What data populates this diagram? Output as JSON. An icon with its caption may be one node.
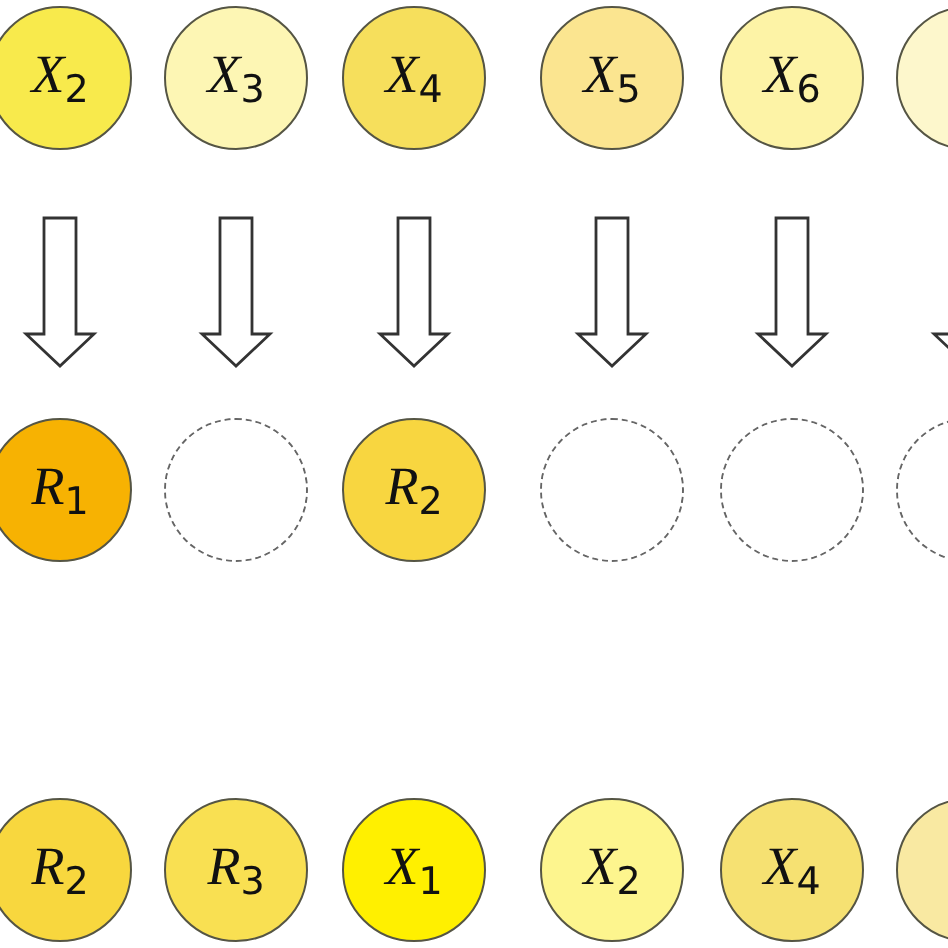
{
  "diagram": {
    "nodes": [
      {
        "text": [
          "*X*$_{2}$"
        ]
      },
      {
        "text": [
          "*X*$_{3}$"
        ]
      },
      {
        "text": [
          "*X*$_{4}$"
        ]
      },
      {
        "text": [
          "*X*$_{5}$"
        ]
      },
      {
        "text": [
          "*X*$_{6}$"
        ]
      },
      {
        "text": [],
        "shape": "circle"
      },
      {
        "text": [
          "*R*$_{1}$"
        ]
      },
      {
        "text": [],
        "shape": "circle"
      },
      {
        "text": [
          "*R*$_{2}$"
        ]
      },
      {
        "text": [],
        "shape": "circle"
      },
      {
        "text": [],
        "shape": "circle"
      },
      {
        "text": [],
        "shape": "circle"
      },
      {
        "text": [
          "*R*$_{2}$"
        ]
      },
      {
        "text": [
          "*R*$_{3}$"
        ]
      },
      {
        "text": [
          "*X*$_{1}$"
        ]
      },
      {
        "text": [
          "*X*$_{2}$"
        ]
      },
      {
        "text": [
          "*X*$_{4}$"
        ]
      },
      {
        "text": [],
        "shape": "circle"
      }
    ],
    "edges": [
      {
        "from": 0,
        "to": 6,
        "arrow": "to"
      },
      {
        "from": 1,
        "to": 7,
        "arrow": "to"
      },
      {
        "from": 2,
        "to": 8,
        "arrow": "to"
      },
      {
        "from": 3,
        "to": 9,
        "arrow": "to"
      },
      {
        "from": 4,
        "to": 10,
        "arrow": "to"
      },
      {
        "from": 5,
        "to": 11,
        "arrow": "to"
      }
    ]
  }
}
